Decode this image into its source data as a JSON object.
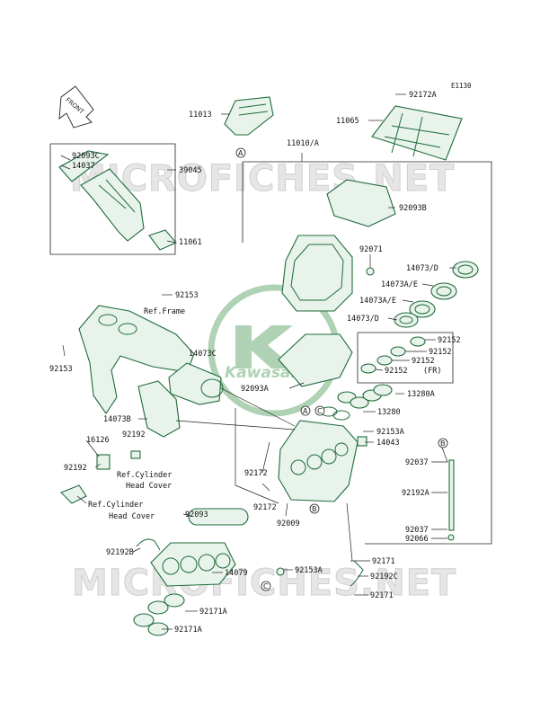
{
  "diagram_code": "E1130",
  "front_arrow": "FRONT",
  "watermarks": {
    "site_top": "MICROFICHES.NET",
    "site_bottom": "MICROFICHES.NET",
    "brand": "Kawasaki"
  },
  "labels": {
    "l_92172A": "92172A",
    "l_11013": "11013",
    "l_11065": "11065",
    "l_11010A": "11010/A",
    "l_92093C": "92093C",
    "l_14037": "14037",
    "l_39045": "39045",
    "l_92093B": "92093B",
    "l_11061": "11061",
    "l_92071": "92071",
    "l_14073D_a": "14073/D",
    "l_92153_a": "92153",
    "l_14073AE_a": "14073A/E",
    "l_14073AE_b": "14073A/E",
    "l_ref_frame": "Ref.Frame",
    "l_14073D_b": "14073/D",
    "l_92152_a": "92152",
    "l_92152_b": "92152",
    "l_14073C": "14073C",
    "l_92152_c": "92152",
    "l_92153_b": "92153",
    "l_92152_d": "92152",
    "l_fr": "(FR)",
    "l_92093A": "92093A",
    "l_13280A": "13280A",
    "l_13280": "13280",
    "l_14073B": "14073B",
    "l_92153A_a": "92153A",
    "l_16126": "16126",
    "l_92192_a": "92192",
    "l_14043": "14043",
    "l_92192_b": "92192",
    "l_ref_cyl1": "Ref.Cylinder",
    "l_head_cover1": "Head Cover",
    "l_92172_a": "92172",
    "l_92037_a": "92037",
    "l_92192A": "92192A",
    "l_ref_cyl2": "Ref.Cylinder",
    "l_92172_b": "92172",
    "l_head_cover2": "Head Cover",
    "l_92009": "92009",
    "l_92093": "92093",
    "l_92037_b": "92037",
    "l_92066": "92066",
    "l_92192B": "92192B",
    "l_92171_a": "92171",
    "l_14079": "14079",
    "l_92153A_b": "92153A",
    "l_92192C": "92192C",
    "l_92171_b": "92171",
    "l_92171A_a": "92171A",
    "l_92171A_b": "92171A"
  },
  "callouts": {
    "a1": "A",
    "a2": "A",
    "c1": "C",
    "c2": "C",
    "b1": "B",
    "b2": "B"
  },
  "colors": {
    "part_stroke": "#1f6b3a",
    "part_fill": "#e8f3eb",
    "watermark_green": "#6fae78"
  }
}
